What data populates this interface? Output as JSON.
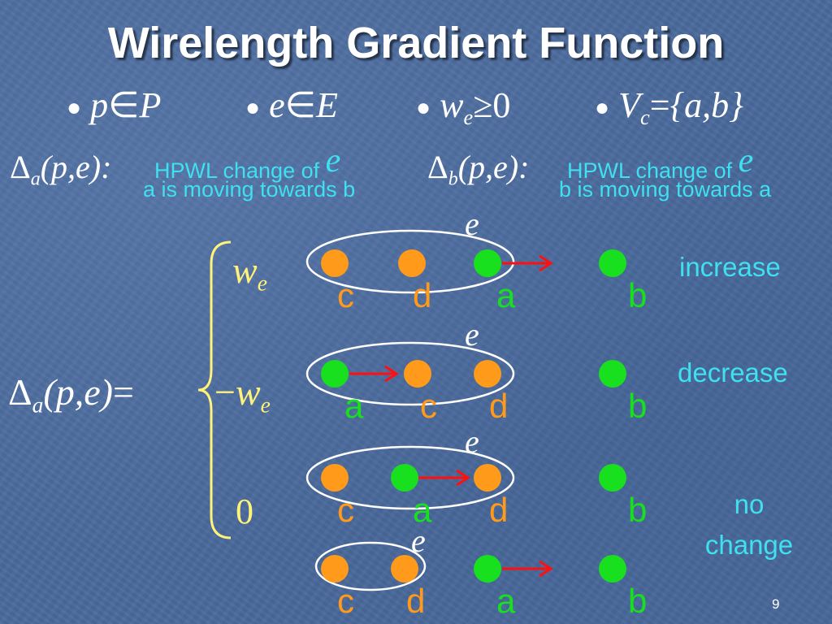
{
  "title": "Wirelength Gradient Function",
  "conditions": {
    "c1": {
      "var": "p",
      "op": "∈",
      "set": "P"
    },
    "c2": {
      "var": "e",
      "op": "∈",
      "set": "E"
    },
    "c3": {
      "var": "w",
      "sub": "e",
      "op": "≥",
      "val": "0"
    },
    "c4": {
      "var": "V",
      "sub": "c",
      "op": "=",
      "val": "{a,b}"
    }
  },
  "defs": {
    "a": {
      "delta_sub": "a",
      "args": "(p,e):",
      "line1": "HPWL change of",
      "var": "e",
      "line2": "a is moving towards b"
    },
    "b": {
      "delta_sub": "b",
      "args": "(p,e):",
      "line1": "HPWL change of",
      "var": "e",
      "line2": "b is moving towards a"
    }
  },
  "equation": {
    "lhs_sub": "a",
    "lhs_args": "(p,e)",
    "eq": "=",
    "case1_var": "w",
    "case1_sub": "e",
    "case2_sign": "−",
    "case2_var": "w",
    "case2_sub": "e",
    "case3": "0"
  },
  "net_label": "e",
  "rows": [
    {
      "labels": [
        "c",
        "d",
        "a",
        "b"
      ],
      "result": "increase"
    },
    {
      "labels": [
        "a",
        "c",
        "d",
        "b"
      ],
      "result": "decrease"
    },
    {
      "labels": [
        "c",
        "a",
        "d",
        "b"
      ],
      "result_line1": "no",
      "result_line2": "change"
    },
    {
      "labels": [
        "c",
        "d",
        "a",
        "b"
      ]
    }
  ],
  "colors": {
    "fixed_pin": "#ff9a1a",
    "moving_pin": "#18e01e",
    "arrow": "#ff1010",
    "net_outline": "#ffffff",
    "brace": "#fff27a",
    "text_accent": "#3fe0f0"
  },
  "page_number": "9"
}
